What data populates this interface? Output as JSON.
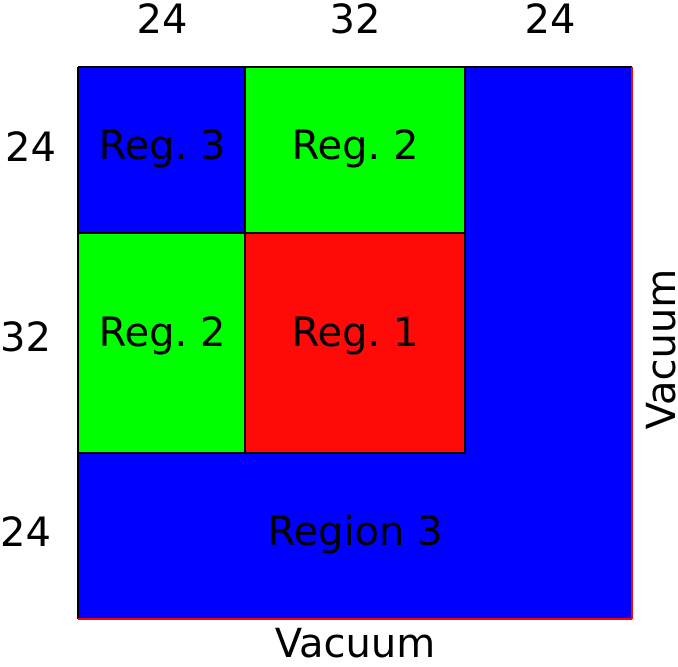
{
  "top_dimensions": [
    "24",
    "32",
    "24"
  ],
  "left_dimensions": [
    "24",
    "32",
    "24"
  ],
  "regions": {
    "reg3_top_left": "Reg. 3",
    "reg2_top": "Reg. 2",
    "reg2_left": "Reg. 2",
    "reg1_center": "Reg. 1",
    "region3_bottom": "Region 3"
  },
  "boundaries": {
    "bottom": "Vacuum",
    "right": "Vacuum"
  },
  "colors": {
    "region_1": "#ff0909",
    "region_2": "#00ff00",
    "region_3": "#0000ff",
    "outline": "#000000",
    "vacuum_edge": "#ff0000"
  }
}
